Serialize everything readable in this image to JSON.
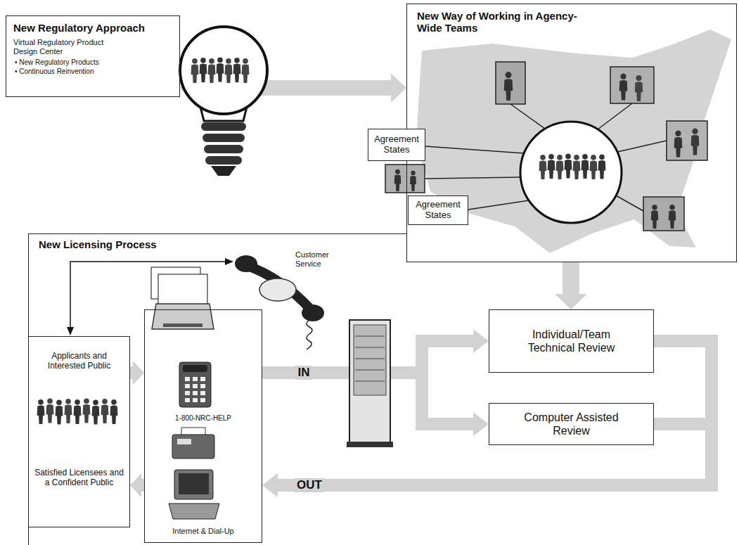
{
  "diagram": {
    "nodes": [
      {
        "text": [
          "New Regulatory Approach",
          "Virtual Regulatory Product Design Center",
          "• New Regulatory Products",
          "• Continuous Reinvention"
        ]
      },
      {
        "text": [
          "New Way of Working in Agency-Wide Teams"
        ]
      },
      {
        "text": [
          "Agreement States"
        ],
        "in": 1
      },
      {
        "text": [
          "Agreement States"
        ],
        "in": 1
      },
      {
        "text": [
          "New Licensing Process"
        ]
      },
      {
        "text": [
          "Applicants and Interested Public",
          "Satisfied Licensees and a Confident Public"
        ],
        "in": 4
      },
      {
        "text": [
          "1-800-NRC-HELP",
          "Internet & Dial-Up"
        ],
        "in": 4
      },
      {
        "text": [
          "Individual/Team Technical Review"
        ],
        "in": 4
      },
      {
        "text": [
          "Computer Assisted Review"
        ],
        "in": 4
      }
    ],
    "edges": [
      {
        "from": 0,
        "to": 1,
        "arrow": "both"
      },
      {
        "from": 1,
        "to": 7,
        "arrow": "to"
      },
      {
        "from": 5,
        "to": 6,
        "arrow": "to"
      },
      {
        "from": 6,
        "to": 7,
        "arrow": "to",
        "label": "IN"
      },
      {
        "from": 6,
        "to": 8,
        "arrow": "to"
      },
      {
        "from": 7,
        "to": 6,
        "arrow": "to",
        "label": "OUT"
      },
      {
        "from": 8,
        "to": 6,
        "arrow": "to"
      },
      {
        "from": 6,
        "to": 5,
        "arrow": "to"
      }
    ],
    "labels": [
      "Customer Service"
    ]
  }
}
